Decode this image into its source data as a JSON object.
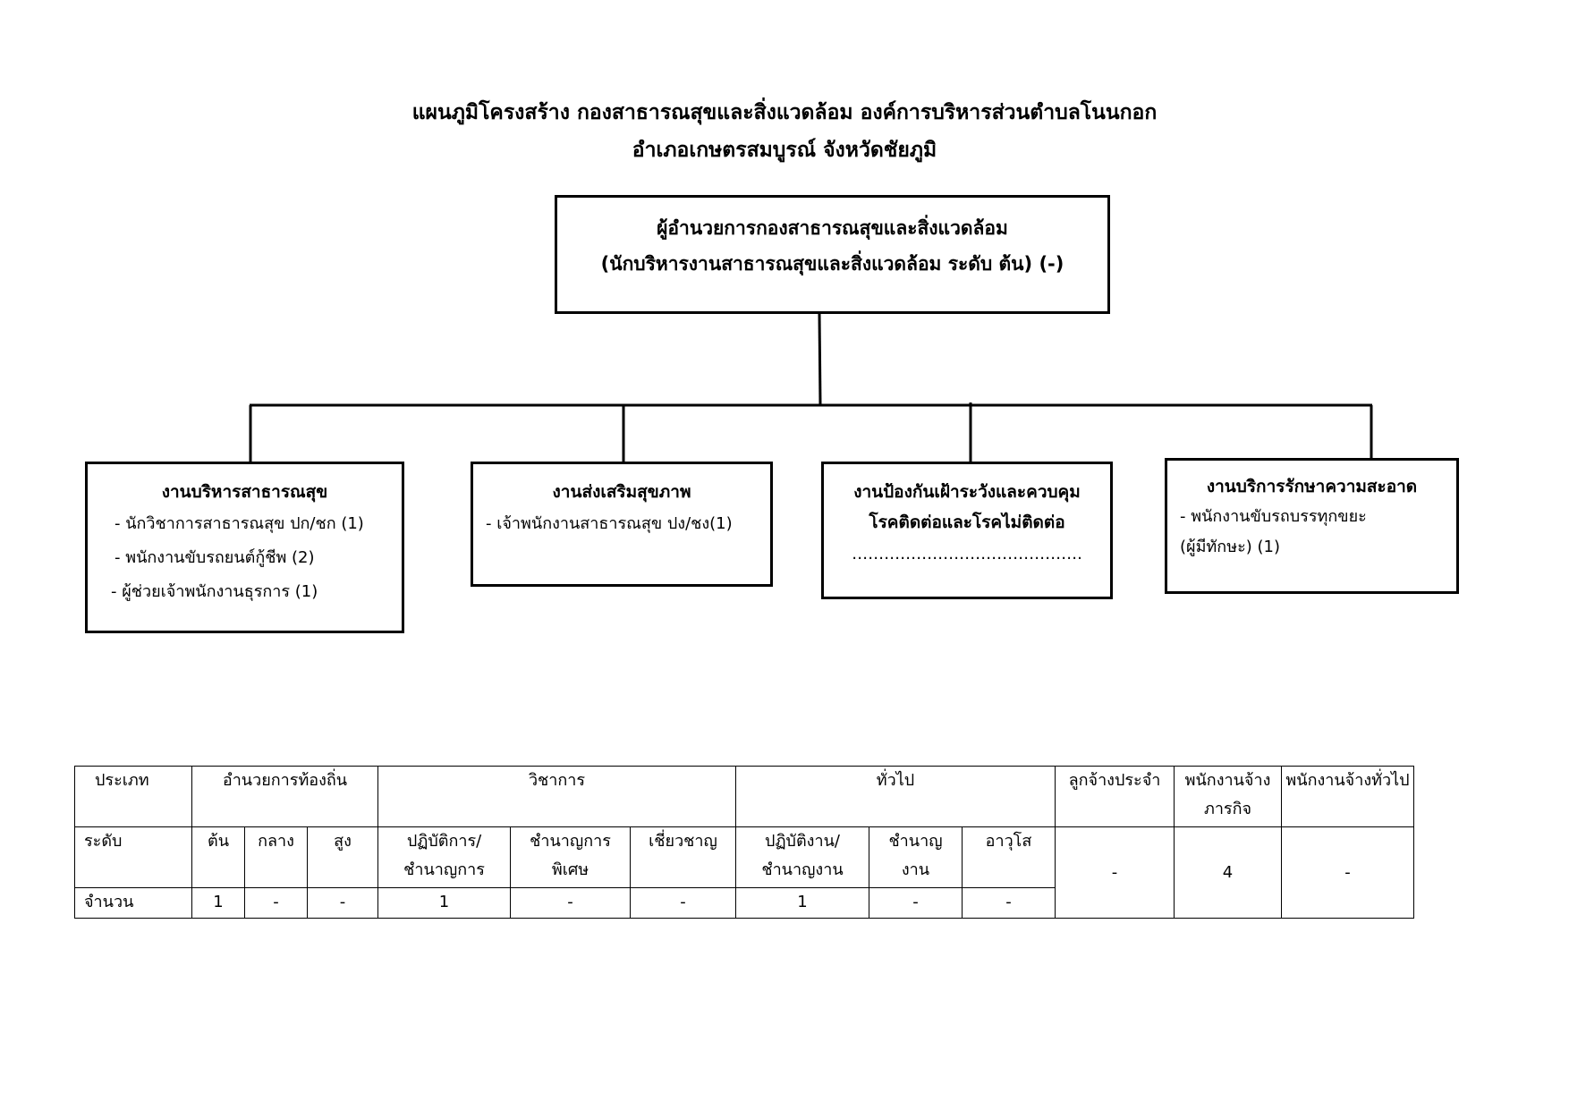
{
  "title": {
    "line1": "แผนภูมิโครงสร้าง กองสาธารณสุขและสิ่งแวดล้อม  องค์การบริหารส่วนตำบลโนนกอก",
    "line2": "อำเภอเกษตรสมบูรณ์ จังหวัดชัยภูมิ"
  },
  "director": {
    "line1": "ผู้อำนวยการกองสาธารณสุขและสิ่งแวดล้อม",
    "line2": "(นักบริหารงานสาธารณสุขและสิ่งแวดล้อม ระดับ ต้น) (-)"
  },
  "units": [
    {
      "name": "งานบริหารสาธารณสุข",
      "items": [
        "- นักวิชาการสาธารณสุข  ปก/ชก  (1)",
        "- พนักงานขับรถยนต์กู้ชีพ (2)",
        "-  ผู้ช่วยเจ้าพนักงานธุรการ (1)"
      ]
    },
    {
      "name": "งานส่งเสริมสุขภาพ",
      "items": [
        "- เจ้าพนักงานสาธารณสุข  ปง/ชง(1)"
      ]
    },
    {
      "name_line1": "งานป้องกันเฝ้าระวังและควบคุม",
      "name_line2": "โรคติดต่อและโรคไม่ติดต่อ",
      "items": [
        "……………………………………."
      ]
    },
    {
      "name": "งานบริการรักษาความสะอาด",
      "items": [
        "- พนักงานขับรถบรรทุกขยะ",
        "(ผู้มีทักษะ) (1)"
      ]
    }
  ],
  "table": {
    "header": {
      "type": "ประเภท",
      "local_admin": "อำนวยการท้องถิ่น",
      "academic": "วิชาการ",
      "general": "ทั่วไป",
      "permanent": "ลูกจ้างประจำ",
      "mission_line1": "พนักงานจ้าง",
      "mission_line2": "ภารกิจ",
      "general_emp": "พนักงานจ้างทั่วไป"
    },
    "level_row": {
      "label": "ระดับ",
      "admin_levels": [
        "ต้น",
        "กลาง",
        "สูง"
      ],
      "academic_levels": [
        [
          "ปฏิบัติการ/",
          "ชำนาญการ"
        ],
        [
          "ชำนาญการ",
          "พิเศษ"
        ],
        [
          "เชี่ยวชาญ",
          ""
        ]
      ],
      "general_levels": [
        [
          "ปฏิบัติงาน/",
          "ชำนาญงาน"
        ],
        [
          "ชำนาญ",
          "งาน"
        ],
        [
          "อาวุโส",
          ""
        ]
      ],
      "permanent_value": "-",
      "mission_value": "4",
      "general_emp_value": "-"
    },
    "count_row": {
      "label": "จำนวน",
      "admin_counts": [
        "1",
        "-",
        "-"
      ],
      "academic_counts": [
        "1",
        "-",
        "-"
      ],
      "general_counts": [
        "1",
        "-",
        "-"
      ]
    }
  }
}
